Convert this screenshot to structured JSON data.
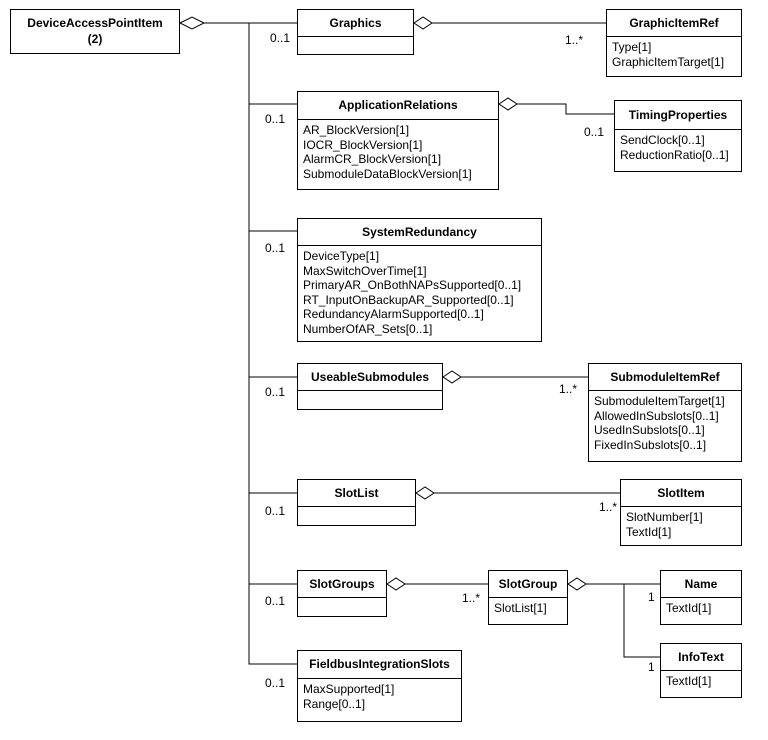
{
  "root": {
    "name": "DeviceAccessPointItem",
    "subtitle": "(2)"
  },
  "classes": {
    "graphics": {
      "name": "Graphics",
      "attributes": []
    },
    "graphic_item_ref": {
      "name": "GraphicItemRef",
      "attributes": [
        "Type[1]",
        "GraphicItemTarget[1]"
      ]
    },
    "application_relations": {
      "name": "ApplicationRelations",
      "attributes": [
        "AR_BlockVersion[1]",
        "IOCR_BlockVersion[1]",
        "AlarmCR_BlockVersion[1]",
        "SubmoduleDataBlockVersion[1]"
      ]
    },
    "timing_properties": {
      "name": "TimingProperties",
      "attributes": [
        "SendClock[0..1]",
        "ReductionRatio[0..1]"
      ]
    },
    "system_redundancy": {
      "name": "SystemRedundancy",
      "attributes": [
        "DeviceType[1]",
        "MaxSwitchOverTime[1]",
        "PrimaryAR_OnBothNAPsSupported[0..1]",
        "RT_InputOnBackupAR_Supported[0..1]",
        "RedundancyAlarmSupported[0..1]",
        "NumberOfAR_Sets[0..1]"
      ]
    },
    "useable_submodules": {
      "name": "UseableSubmodules",
      "attributes": []
    },
    "submodule_item_ref": {
      "name": "SubmoduleItemRef",
      "attributes": [
        "SubmoduleItemTarget[1]",
        "AllowedInSubslots[0..1]",
        "UsedInSubslots[0..1]",
        "FixedInSubslots[0..1]"
      ]
    },
    "slot_list": {
      "name": "SlotList",
      "attributes": []
    },
    "slot_item": {
      "name": "SlotItem",
      "attributes": [
        "SlotNumber[1]",
        "TextId[1]"
      ]
    },
    "slot_groups": {
      "name": "SlotGroups",
      "attributes": []
    },
    "slot_group": {
      "name": "SlotGroup",
      "attributes": [
        "SlotList[1]"
      ]
    },
    "name_cls": {
      "name": "Name",
      "attributes": [
        "TextId[1]"
      ]
    },
    "info_text": {
      "name": "InfoText",
      "attributes": [
        "TextId[1]"
      ]
    },
    "fieldbus_integration_slots": {
      "name": "FieldbusIntegrationSlots",
      "attributes": [
        "MaxSupported[1]",
        "Range[0..1]"
      ]
    }
  },
  "multiplicities": {
    "graphics": "0..1",
    "graphic_item_ref": "1..*",
    "application_relations": "0..1",
    "timing_properties": "0..1",
    "system_redundancy": "0..1",
    "useable_submodules": "0..1",
    "submodule_item_ref": "1..*",
    "slot_list": "0..1",
    "slot_item": "1..*",
    "slot_groups": "0..1",
    "slot_group": "1..*",
    "name_cls": "1",
    "info_text": "1",
    "fieldbus_integration_slots": "0..1"
  }
}
